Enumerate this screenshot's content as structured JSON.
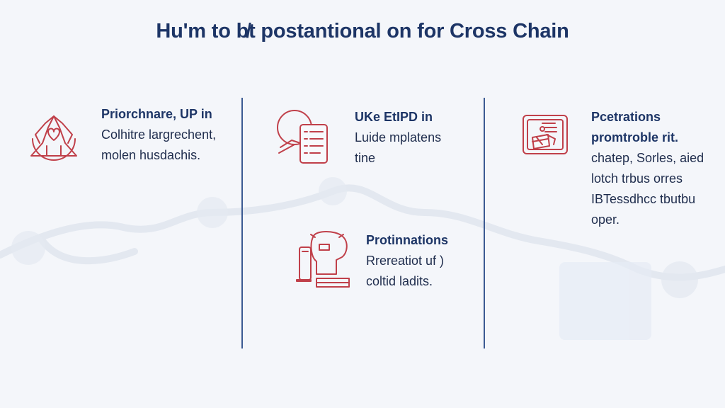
{
  "title": "Hu'm to b̸t postantional on for Cross Chain",
  "colors": {
    "title": "#1d3566",
    "accent_icon": "#c0404a",
    "divider": "#3b5a92",
    "background": "#f4f6fa"
  },
  "features": [
    {
      "icon": "hands-heart-icon",
      "heading": "Priorchnare, UP in",
      "lines": [
        "Colhitre largrechent,",
        "molen husdachis."
      ]
    },
    {
      "icon": "document-list-icon",
      "heading": "UKe EtIPD in",
      "lines": [
        "Luide mplatens",
        "tine"
      ]
    },
    {
      "icon": "monitor-card-icon",
      "heading": "Pcetrations",
      "lines": [
        "promtroble rit.",
        "chatep, Sorles, aied",
        "lotch trbus orres",
        "IBTessdhcc tbutbu",
        "oper."
      ]
    },
    {
      "icon": "hand-device-icon",
      "heading": "Protinnations",
      "lines": [
        "Rrereatiot uf )",
        "coltid ladits."
      ]
    }
  ]
}
